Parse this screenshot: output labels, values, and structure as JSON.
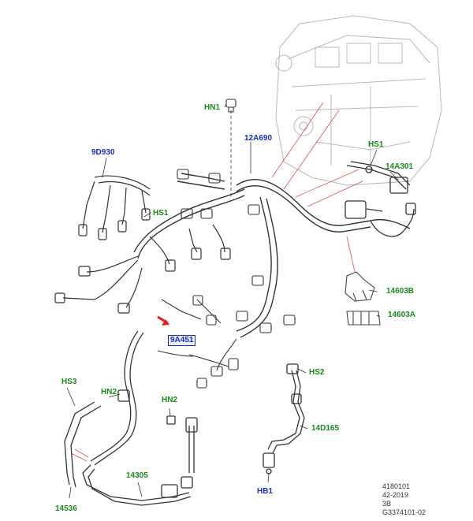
{
  "labels": {
    "hn1": "HN1",
    "p12a690": "12A690",
    "p9d930": "9D930",
    "hs1_left": "HS1",
    "hs1_right": "HS1",
    "p14a301": "14A301",
    "p14603b": "14603B",
    "p14603a": "14603A",
    "p9a451": "9A451",
    "hs2": "HS2",
    "hs3": "HS3",
    "hn2_left": "HN2",
    "hn2_mid": "HN2",
    "p14d165": "14D165",
    "p14305": "14305",
    "p14536": "14536",
    "hb1": "HB1"
  },
  "footer": {
    "line1": "4180101",
    "line2": "42-2019",
    "line3": "3B",
    "line4": "G3374101-02"
  },
  "colors": {
    "callout_green": "#1a8a1a",
    "callout_blue": "#1a2fbf",
    "arrow_red": "#e02020",
    "leader_red": "#e05050"
  }
}
